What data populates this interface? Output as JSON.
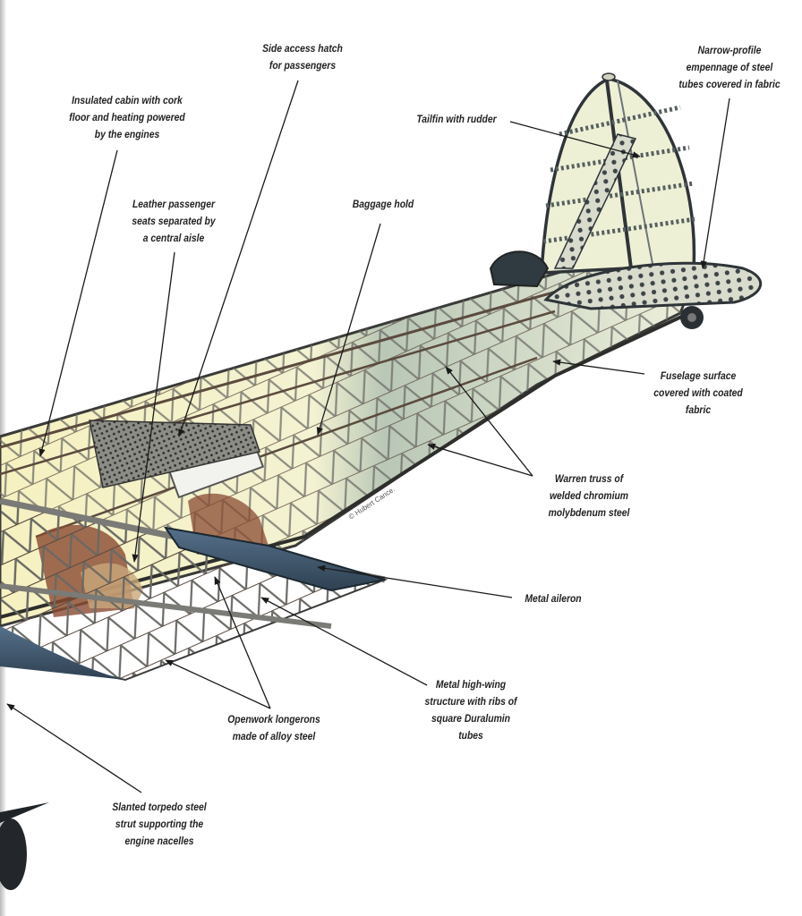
{
  "diagram": {
    "subject": "Cutaway of a high-wing monoplane airliner fuselage and tail",
    "credit": "© Hubert Cance.",
    "colors": {
      "cabin_fill": "#f3f1cf",
      "fabric_fill": "#eef0dc",
      "tube_stroke": "#4a4a48",
      "wing_skin": "#3f5566",
      "seat_brown": "#8a4a32",
      "label_text": "#222222",
      "leader_line": "#1a1a1a"
    },
    "callouts": [
      {
        "id": "side-access-hatch",
        "text": "Side access hatch\nfor passengers"
      },
      {
        "id": "insulated-cabin",
        "text": "Insulated cabin with cork\nfloor and heating powered\nby the engines"
      },
      {
        "id": "tailfin-rudder",
        "text": "Tailfin with rudder"
      },
      {
        "id": "narrow-empennage",
        "text": "Narrow-profile\nempennage of steel\ntubes covered in fabric"
      },
      {
        "id": "leather-seats",
        "text": "Leather passenger\nseats separated by\na central aisle"
      },
      {
        "id": "baggage-hold",
        "text": "Baggage hold"
      },
      {
        "id": "fuselage-surface",
        "text": "Fuselage surface\ncovered with coated\nfabric"
      },
      {
        "id": "warren-truss",
        "text": "Warren truss of\nwelded chromium\nmolybdenum steel"
      },
      {
        "id": "metal-aileron",
        "text": "Metal aileron"
      },
      {
        "id": "metal-high-wing",
        "text": "Metal high-wing\nstructure with ribs of\nsquare Duralumin\ntubes"
      },
      {
        "id": "openwork-longerons",
        "text": "Openwork longerons\nmade of alloy steel"
      },
      {
        "id": "slanted-strut",
        "text": "Slanted torpedo steel\nstrut supporting the\nengine nacelles"
      }
    ]
  }
}
